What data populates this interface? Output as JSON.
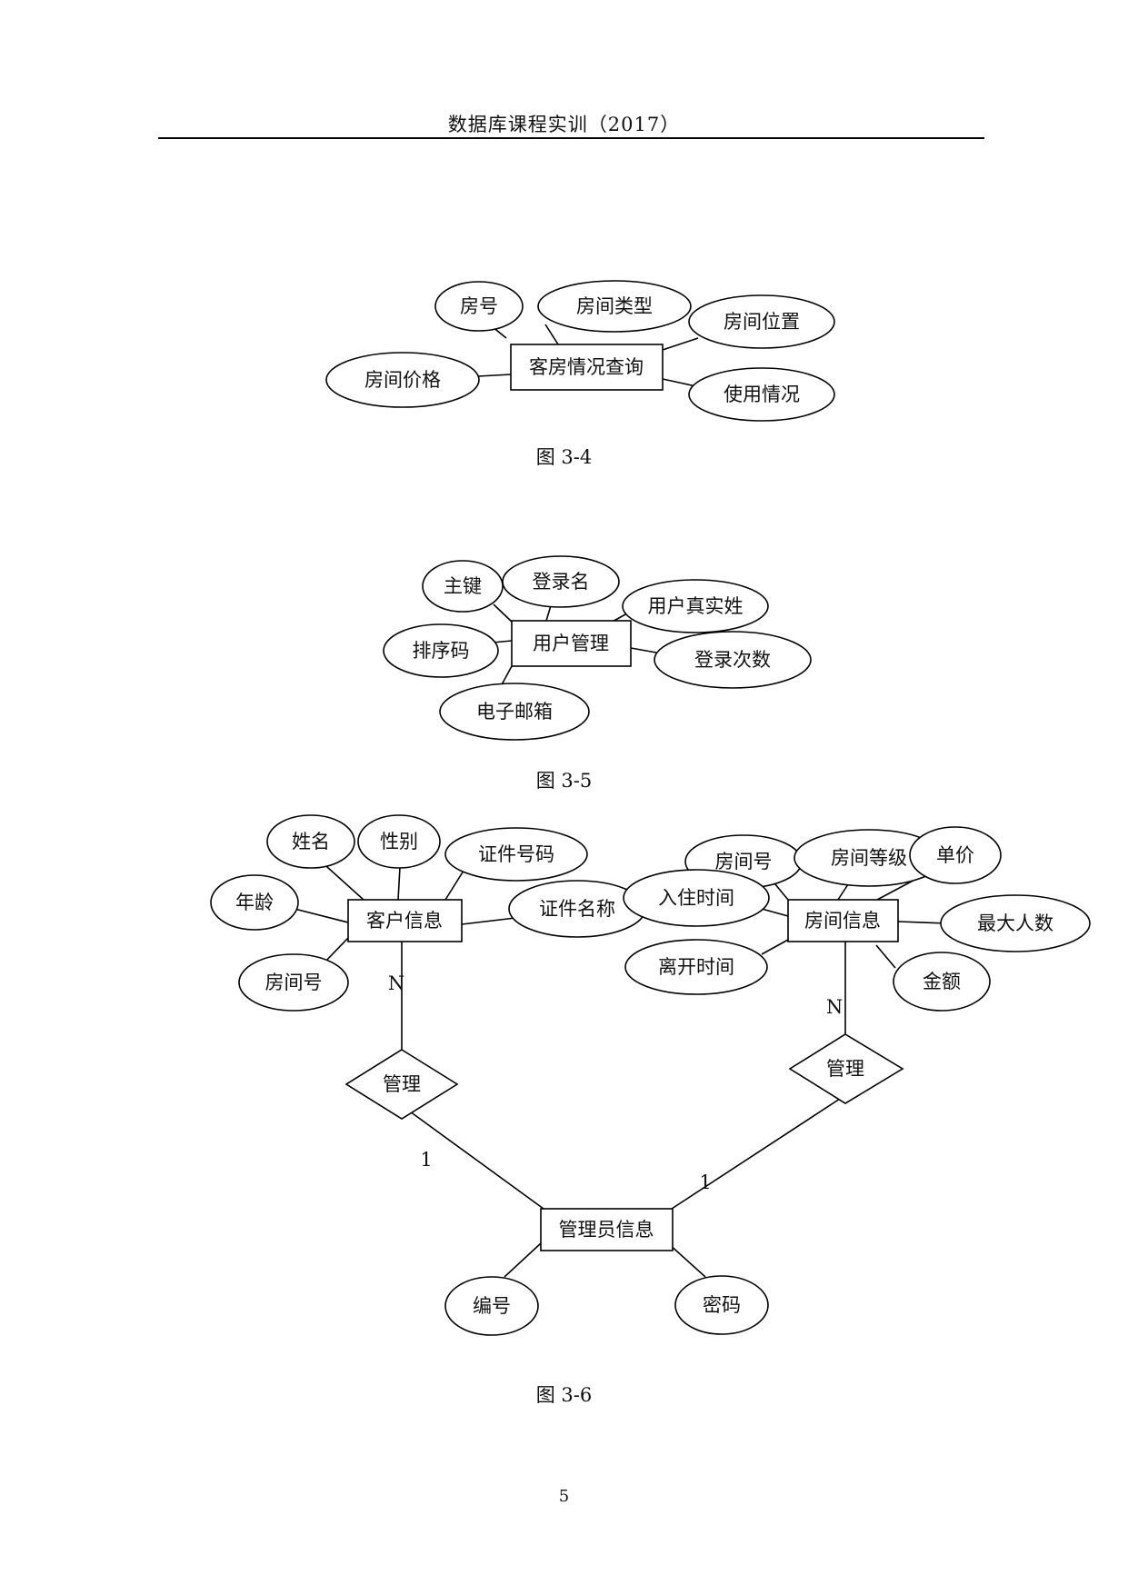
{
  "header": {
    "title": "数据库课程实训（2017）"
  },
  "figure_3_4": {
    "caption": "图 3-4",
    "entity": "客房情况查询",
    "attributes": [
      "房号",
      "房间类型",
      "房间位置",
      "使用情况",
      "房间价格"
    ]
  },
  "figure_3_5": {
    "caption": "图 3-5",
    "entity": "用户管理",
    "attributes": [
      "主键",
      "登录名",
      "用户真实姓",
      "登录次数",
      "电子邮箱",
      "排序码"
    ]
  },
  "figure_3_6": {
    "caption": "图 3-6",
    "entities": {
      "customer": "客户信息",
      "room": "房间信息",
      "admin": "管理员信息"
    },
    "relationships": {
      "left": "管理",
      "right": "管理"
    },
    "cardinality": {
      "left_many": "N",
      "right_many": "N",
      "left_one": "1",
      "right_one": "1"
    },
    "customer_attributes": [
      "姓名",
      "性别",
      "证件号码",
      "年龄",
      "房间号",
      "证件名称"
    ],
    "room_attributes": [
      "房间号",
      "房间等级",
      "单价",
      "入住时间",
      "最大人数",
      "离开时间",
      "金额"
    ],
    "admin_attributes": [
      "编号",
      "密码"
    ]
  },
  "footer": {
    "page_number": "5"
  }
}
